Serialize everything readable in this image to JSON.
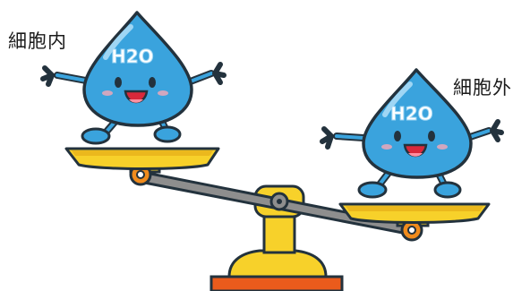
{
  "labels": {
    "inside": "細胞内",
    "outside": "細胞外"
  },
  "characters": {
    "left_drop_text": "H2O",
    "right_drop_text": "H2O"
  },
  "colors": {
    "drop_fill": "#3aa3dd",
    "drop_highlight": "#9fd6f4",
    "drop_outline": "#23323d",
    "pan_yellow": "#f7d12a",
    "pan_shade": "#e2a716",
    "pivot_orange": "#f08b1c",
    "beam_gray": "#8e8e8e",
    "base_orange": "#ea5b1c",
    "mouth_red": "#d9283a"
  }
}
